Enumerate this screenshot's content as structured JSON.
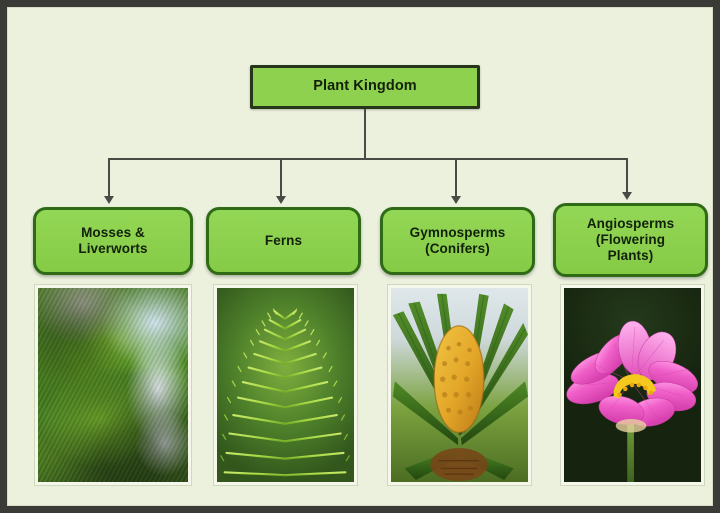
{
  "diagram": {
    "title": "Plant Kingdom classification chart",
    "root": {
      "label": "Plant Kingdom"
    },
    "branches": [
      {
        "label": "Mosses &\nLiverworts",
        "line1": "Mosses &",
        "line2": "Liverworts",
        "line3": "",
        "photo_name": "mosses-liverworts-photo",
        "photo_caption": "Moss-covered rocks beside a small waterfall"
      },
      {
        "label": "Ferns",
        "line1": "Ferns",
        "line2": "",
        "line3": "",
        "photo_name": "ferns-photo",
        "photo_caption": "Close-up of a bright green fern frond"
      },
      {
        "label": "Gymnosperms\n(Conifers)",
        "line1": "Gymnosperms",
        "line2": "(Conifers)",
        "line3": "",
        "photo_name": "gymnosperms-photo",
        "photo_caption": "Cycad with a golden-orange cone"
      },
      {
        "label": "Angiosperms\n(Flowering\nPlants)",
        "line1": "Angiosperms",
        "line2": "(Flowering",
        "line3": "Plants)",
        "photo_name": "angiosperms-photo",
        "photo_caption": "Pink cosmos flower with yellow centre"
      }
    ],
    "colors": {
      "box_fill": "#8ed14f",
      "root_border": "#27351a",
      "leaf_border": "#2f6b17",
      "background": "#ecf1dd",
      "frame": "#3a3a36",
      "connector": "#4b4b45",
      "text": "#12210a"
    }
  }
}
